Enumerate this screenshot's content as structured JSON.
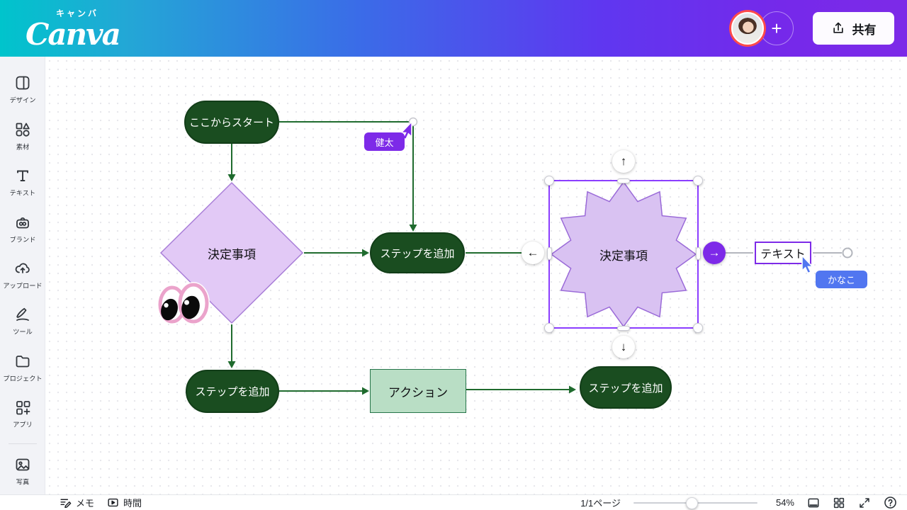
{
  "topbar": {
    "logo_text": "Canva",
    "logo_sub": "キャンバ",
    "plus_glyph": "+",
    "share_label": "共有"
  },
  "sidebar": {
    "items": [
      {
        "label": "デザイン",
        "icon": "design-icon"
      },
      {
        "label": "素材",
        "icon": "elements-icon"
      },
      {
        "label": "テキスト",
        "icon": "text-icon"
      },
      {
        "label": "ブランド",
        "icon": "brand-icon"
      },
      {
        "label": "アップロード",
        "icon": "upload-icon"
      },
      {
        "label": "ツール",
        "icon": "tools-icon"
      },
      {
        "label": "プロジェクト",
        "icon": "projects-icon"
      },
      {
        "label": "アプリ",
        "icon": "apps-icon"
      },
      {
        "label": "写真",
        "icon": "photos-icon"
      }
    ]
  },
  "canvas": {
    "shapes": {
      "start_pill": "ここからスタート",
      "decision_diamond": "決定事項",
      "step_middle": "ステップを追加",
      "decision_star": "決定事項",
      "step_bottom_left": "ステップを追加",
      "action_box": "アクション",
      "step_bottom_right": "ステップを追加",
      "text_element": "テキスト"
    },
    "collaborators": [
      {
        "name": "健太",
        "color": "#7d2ae8"
      },
      {
        "name": "かなこ",
        "color": "#5176f0"
      }
    ],
    "connector_buttons": {
      "up": "↑",
      "down": "↓",
      "left": "←",
      "right": "→"
    }
  },
  "statusbar": {
    "notes_label": "メモ",
    "timer_label": "時間",
    "page_indicator": "1/1ページ",
    "zoom_level": "54%"
  },
  "colors": {
    "accent_purple": "#7d2ae8",
    "selection_purple": "#8b3dff",
    "pill_green": "#1a4d20",
    "connector_green": "#1f6b2e",
    "action_fill": "#b9dec5",
    "diamond_fill": "#e2c9f6",
    "star_fill": "#d9c2f2",
    "collab_blue": "#5176f0",
    "brand_teal": "#00c4cc"
  }
}
